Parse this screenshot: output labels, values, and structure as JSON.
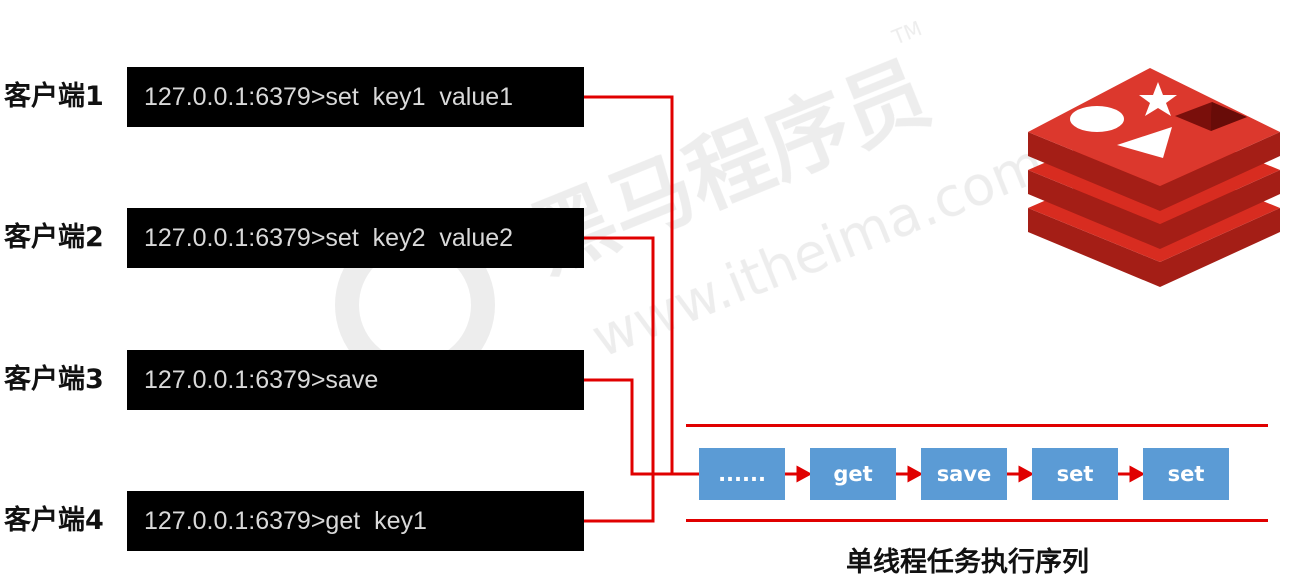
{
  "watermark": {
    "brand_text": "黑马程序员",
    "trademark": "TM",
    "url_text": "www.itheima.com"
  },
  "clients": [
    {
      "label": "客户端1",
      "command": "127.0.0.1:6379>set  key1  value1"
    },
    {
      "label": "客户端2",
      "command": "127.0.0.1:6379>set  key2  value2"
    },
    {
      "label": "客户端3",
      "command": "127.0.0.1:6379>save"
    },
    {
      "label": "客户端4",
      "command": "127.0.0.1:6379>get  key1"
    }
  ],
  "queue": {
    "items": [
      "......",
      "get",
      "save",
      "set",
      "set"
    ],
    "title": "单线程任务执行序列"
  },
  "colors": {
    "connector": "#e00000",
    "queue_box": "#5b9bd5",
    "terminal_bg": "#000000",
    "terminal_text": "#d9d9d9",
    "logo_red": "#d82c20"
  },
  "icons": {
    "logo": "redis-logo-icon",
    "arrow": "arrow-right-icon"
  }
}
